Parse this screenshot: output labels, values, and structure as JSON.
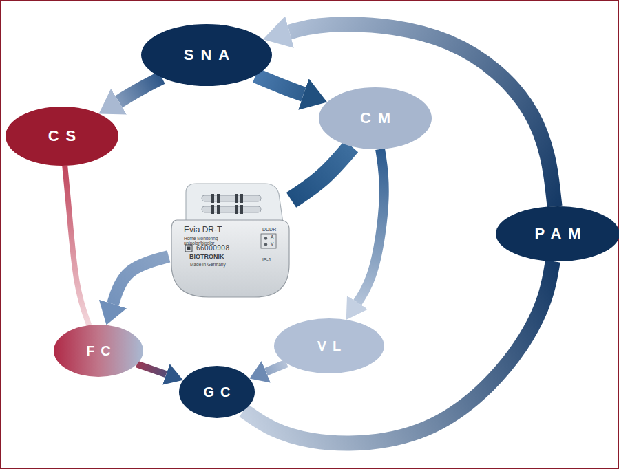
{
  "diagram": {
    "nodes": [
      {
        "text": [
          "SNA"
        ]
      },
      {
        "text": [
          "CS"
        ]
      },
      {
        "text": [
          "CM"
        ]
      },
      {
        "text": [
          "Evia DR-T",
          "Home Monitoring unipolar/bipolar",
          "66000908",
          "BIOTRONIK",
          "Made in Germany",
          "DDDR",
          "A",
          "V",
          "IS-1"
        ]
      },
      {
        "text": [
          "PAM"
        ]
      },
      {
        "text": [
          "FC"
        ]
      },
      {
        "text": [
          "VL"
        ]
      },
      {
        "text": [
          "GC"
        ]
      }
    ],
    "edges": [
      {
        "from": 4,
        "to": 0,
        "arrow": "to"
      },
      {
        "from": 0,
        "to": 1,
        "arrow": "to"
      },
      {
        "from": 0,
        "to": 2,
        "arrow": "to"
      },
      {
        "from": 2,
        "to": 3,
        "arrow": "none"
      },
      {
        "from": 3,
        "to": 5,
        "arrow": "to"
      },
      {
        "from": 1,
        "to": 5,
        "arrow": "none"
      },
      {
        "from": 2,
        "to": 6,
        "arrow": "to"
      },
      {
        "from": 5,
        "to": 7,
        "arrow": "to"
      },
      {
        "from": 6,
        "to": 7,
        "arrow": "to"
      },
      {
        "from": 7,
        "to": 4,
        "arrow": "none"
      }
    ]
  }
}
